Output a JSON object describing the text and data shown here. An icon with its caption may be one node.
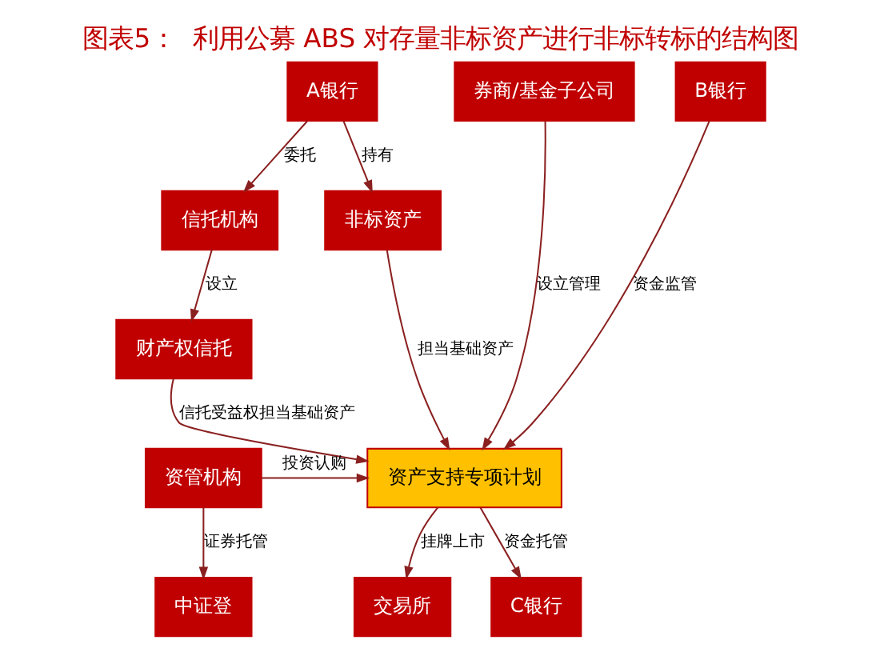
{
  "diagram": {
    "title": "图表5：  利用公募 ABS 对存量非标资产进行非标转标的结构图",
    "nodes": [
      {
        "text": [
          "A银行"
        ]
      },
      {
        "text": [
          "信托机构"
        ]
      },
      {
        "text": [
          "财产权信托"
        ]
      },
      {
        "text": [
          "非标资产"
        ]
      },
      {
        "text": [
          "券商/基金子公司"
        ]
      },
      {
        "text": [
          "资产支持专项计划"
        ]
      },
      {
        "text": [
          "资管机构"
        ]
      },
      {
        "text": [
          "B银行"
        ]
      },
      {
        "text": [
          "C银行"
        ]
      },
      {
        "text": [
          "交易所"
        ]
      },
      {
        "text": [
          "中证登"
        ]
      }
    ],
    "edges": [
      {
        "from": 0,
        "to": 1,
        "arrow": "to",
        "label": "委托"
      },
      {
        "from": 0,
        "to": 3,
        "arrow": "to",
        "label": "持有"
      },
      {
        "from": 1,
        "to": 2,
        "arrow": "to",
        "label": "设立"
      },
      {
        "from": 2,
        "to": 5,
        "arrow": "to",
        "label": "信托受益权担当基础资产"
      },
      {
        "from": 3,
        "to": 5,
        "arrow": "to",
        "label": "担当基础资产"
      },
      {
        "from": 4,
        "to": 5,
        "arrow": "to",
        "label": "设立管理"
      },
      {
        "from": 6,
        "to": 5,
        "arrow": "to",
        "label": "投资认购"
      },
      {
        "from": 7,
        "to": 5,
        "arrow": "to",
        "label": "资金监管"
      },
      {
        "from": 5,
        "to": 8,
        "arrow": "to",
        "label": "资金托管"
      },
      {
        "from": 5,
        "to": 9,
        "arrow": "to",
        "label": "挂牌上市"
      },
      {
        "from": 6,
        "to": 10,
        "arrow": "to",
        "label": "证券托管"
      }
    ]
  }
}
